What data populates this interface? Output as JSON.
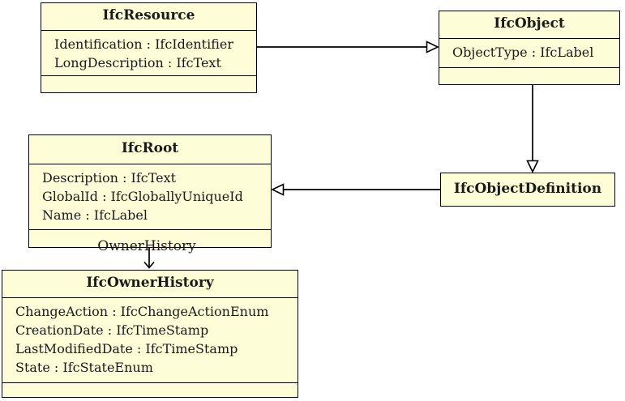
{
  "diagram": {
    "kind": "uml-class-diagram",
    "subject": "IFC entity inheritance",
    "colors": {
      "class_fill": "#FDFDD8",
      "class_border": "#000000",
      "line": "#000000",
      "background": "#ffffff"
    }
  },
  "classes": {
    "ifcresource": {
      "name": "IfcResource",
      "attributes": [
        "Identification : IfcIdentifier",
        "LongDescription : IfcText"
      ]
    },
    "ifcobject": {
      "name": "IfcObject",
      "attributes": [
        "ObjectType : IfcLabel"
      ]
    },
    "ifcroot": {
      "name": "IfcRoot",
      "attributes": [
        "Description : IfcText",
        "GlobalId : IfcGloballyUniqueId",
        "Name : IfcLabel"
      ]
    },
    "ifcobjectdefinition": {
      "name": "IfcObjectDefinition",
      "attributes": []
    },
    "ifcownerhistory": {
      "name": "IfcOwnerHistory",
      "attributes": [
        "ChangeAction : IfcChangeActionEnum",
        "CreationDate : IfcTimeStamp",
        "LastModifiedDate : IfcTimeStamp",
        "State : IfcStateEnum"
      ]
    }
  },
  "relations": {
    "resource_to_object": {
      "type": "generalization",
      "from": "IfcResource",
      "to": "IfcObject",
      "label": ""
    },
    "object_to_objectdefinition": {
      "type": "generalization",
      "from": "IfcObject",
      "to": "IfcObjectDefinition",
      "label": ""
    },
    "objectdefinition_to_root": {
      "type": "generalization",
      "from": "IfcObjectDefinition",
      "to": "IfcRoot",
      "label": ""
    },
    "root_to_ownerhistory": {
      "type": "association",
      "from": "IfcRoot",
      "to": "IfcOwnerHistory",
      "label": "OwnerHistory"
    }
  }
}
